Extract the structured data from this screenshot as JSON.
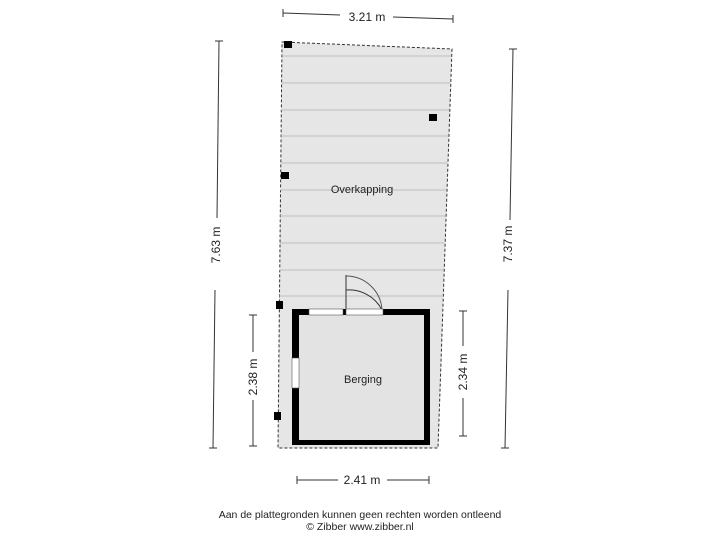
{
  "rooms": {
    "overkapping": "Overkapping",
    "berging": "Berging"
  },
  "dimensions": {
    "top_width": "3.21 m",
    "bottom_width": "2.41 m",
    "left_height": "7.63 m",
    "right_height": "7.37 m",
    "inner_left_height": "2.38 m",
    "inner_right_height": "2.34 m"
  },
  "footer": {
    "disclaimer": "Aan de plattegronden kunnen geen rechten worden ontleend",
    "copyright": "© Zibber www.zibber.nl"
  },
  "colors": {
    "roof_fill": "#e6e6e6",
    "roof_lines": "#bdbdbd",
    "room_fill": "#e3e3e3",
    "wall": "#000000",
    "dimension_line": "#333333"
  }
}
